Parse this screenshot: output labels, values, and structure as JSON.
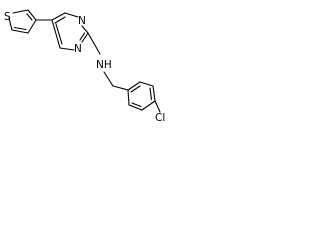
{
  "molecule": {
    "labels": {
      "thiophene_sulfur": "S",
      "pyrimidine_n_upper": "N",
      "pyrimidine_n_lower": "N",
      "amine": "NH",
      "chlorine": "Cl"
    },
    "colors": {
      "bond": "#000000",
      "text": "#000000",
      "background": "#ffffff"
    }
  }
}
